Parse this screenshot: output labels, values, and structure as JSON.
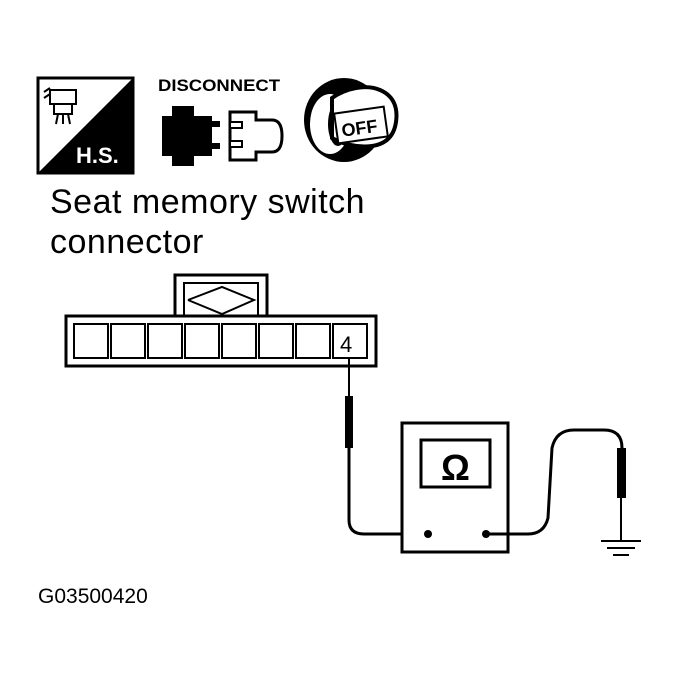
{
  "icons": {
    "hs_label": "H.S.",
    "disconnect_label": "DISCONNECT",
    "ignition_label": "OFF"
  },
  "connector": {
    "title_line1": "Seat memory switch",
    "title_line2": "connector",
    "terminal_label": "4"
  },
  "meter": {
    "symbol": "Ω"
  },
  "figure_code": "G03500420"
}
